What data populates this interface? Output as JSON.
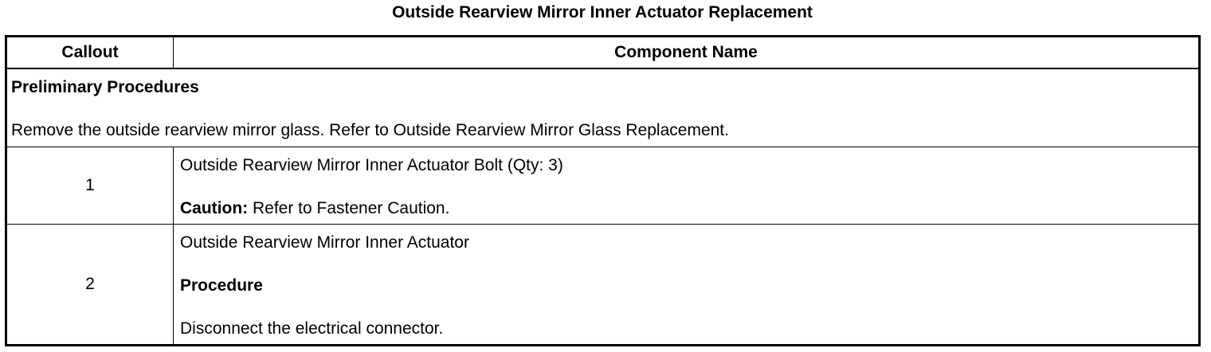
{
  "document": {
    "title": "Outside Rearview Mirror Inner Actuator Replacement"
  },
  "table": {
    "headers": {
      "callout": "Callout",
      "component_name": "Component Name"
    },
    "preliminary": {
      "heading": "Preliminary Procedures",
      "text": "Remove the outside rearview mirror glass. Refer to Outside Rearview Mirror Glass Replacement."
    },
    "rows": [
      {
        "callout": "1",
        "component": "Outside Rearview Mirror Inner Actuator Bolt (Qty: 3)",
        "caution_label": "Caution:",
        "caution_text": " Refer to Fastener Caution."
      },
      {
        "callout": "2",
        "component": "Outside Rearview Mirror Inner Actuator",
        "procedure_label": "Procedure",
        "procedure_step": "Disconnect the electrical connector."
      }
    ]
  }
}
